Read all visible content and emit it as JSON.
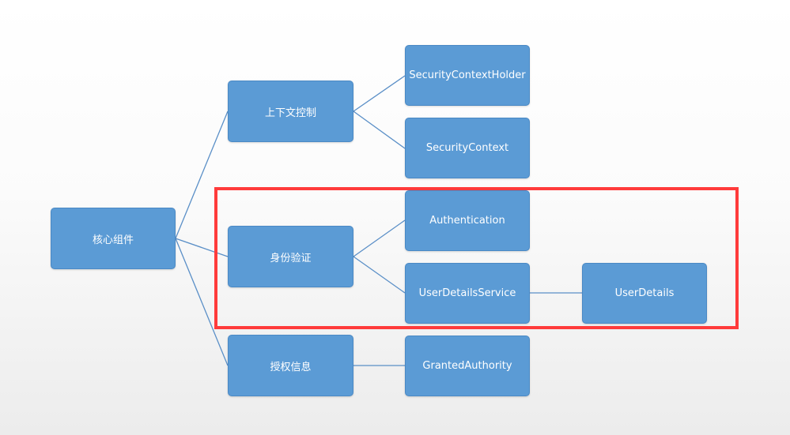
{
  "colors": {
    "node_fill": "#5b9bd5",
    "connector": "#5a8fc7",
    "highlight": "#ff3b3b"
  },
  "nodes": {
    "core": "核心组件",
    "context": "上下文控制",
    "auth": "身份验证",
    "authz": "授权信息",
    "sch": "SecurityContextHolder",
    "sc": "SecurityContext",
    "authentication": "Authentication",
    "uds": "UserDetailsService",
    "ud": "UserDetails",
    "ga": "GrantedAuthority"
  }
}
